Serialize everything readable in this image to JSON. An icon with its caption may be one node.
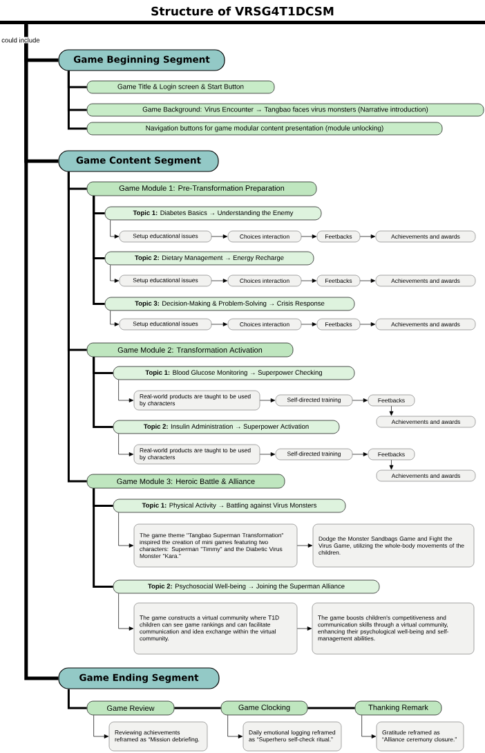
{
  "diagram": {
    "title": "Structure of VRSG4T1DCSM",
    "nodes": [
      {
        "text": [],
        "shape": "bar"
      },
      {
        "text": [
          "Game Beginning Segment"
        ]
      },
      {
        "text": [
          "Game Title & Login screen & Start Button"
        ]
      },
      {
        "text": [
          "Game Background: Virus Encounter → Tangbao faces virus monsters (Narrative introduction)"
        ]
      },
      {
        "text": [
          "Navigation buttons for game modular content presentation (module unlocking)"
        ]
      },
      {
        "text": [
          "Game Content Segment"
        ]
      },
      {
        "text": [
          "Game Module 1:   Pre-Transformation Preparation"
        ]
      },
      {
        "text": [
          "**Topic 1:** Diabetes Basics → Understanding the Enemy"
        ]
      },
      {
        "text": [
          "Setup educational issues"
        ]
      },
      {
        "text": [
          "Choices interaction"
        ]
      },
      {
        "text": [
          "Feetbacks"
        ]
      },
      {
        "text": [
          "Achievements and awards"
        ]
      },
      {
        "text": [
          "**Topic 2:** Dietary Management → Energy Recharge"
        ]
      },
      {
        "text": [
          "Setup educational issues"
        ]
      },
      {
        "text": [
          "Choices interaction"
        ]
      },
      {
        "text": [
          "Feetbacks"
        ]
      },
      {
        "text": [
          "Achievements and awards"
        ]
      },
      {
        "text": [
          "**Topic 3:** Decision-Making & Problem-Solving → Crisis Response"
        ]
      },
      {
        "text": [
          "Setup educational issues"
        ]
      },
      {
        "text": [
          "Choices interaction"
        ]
      },
      {
        "text": [
          "Feetbacks"
        ]
      },
      {
        "text": [
          "Achievements and awards"
        ]
      },
      {
        "text": [
          "Game Module 2:   Transformation Activation"
        ]
      },
      {
        "text": [
          "**Topic 1:** Blood Glucose Monitoring → Superpower Checking"
        ]
      },
      {
        "text": [
          "Real-world products are taught to be used by characters"
        ]
      },
      {
        "text": [
          "Self-directed training"
        ]
      },
      {
        "text": [
          "Feetbacks"
        ]
      },
      {
        "text": [
          "Achievements and awards"
        ]
      },
      {
        "text": [
          "**Topic 2:** Insulin Administration → Superpower Activation"
        ]
      },
      {
        "text": [
          "Real-world products are taught to be used by characters"
        ]
      },
      {
        "text": [
          "Self-directed training"
        ]
      },
      {
        "text": [
          "Feetbacks"
        ]
      },
      {
        "text": [
          "Achievements and awards"
        ]
      },
      {
        "text": [
          "Game Module 3:  Heroic Battle & Alliance"
        ]
      },
      {
        "text": [
          "**Topic 1:** Physical Activity → Battling against Virus Monsters"
        ]
      },
      {
        "text": [
          "The game theme \"Tangbao Superman Transformation\" inspired the creation of mini games featuring two characters: Superman \"Timmy\" and the Diabetic Virus Monster \"Kara.\""
        ]
      },
      {
        "text": [
          "Dodge the Monster Sandbags Game and Fight the Virus Game, utilizing the whole-body movements of the children."
        ]
      },
      {
        "text": [
          "**Topic 2:** Psychosocial Well-being → Joining the Superman Alliance"
        ]
      },
      {
        "text": [
          "The game constructs a virtual community where T1D children can see game rankings and can facilitate communication and idea exchange within the virtual community."
        ]
      },
      {
        "text": [
          "The game boosts children's competitiveness and communication skills through a virtual community, enhancing their psychological well-being and self-management abilities."
        ]
      },
      {
        "text": [
          "Game Ending Segment"
        ]
      },
      {
        "text": [
          "Game Review"
        ]
      },
      {
        "text": [
          "Game Clocking"
        ]
      },
      {
        "text": [
          "Thanking Remark"
        ]
      },
      {
        "text": [
          "Reviewing achievements reframed as “Mission debriefing."
        ]
      },
      {
        "text": [
          "Daily emotional logging reframed as “Superhero self-check ritual.”"
        ]
      },
      {
        "text": [
          "Gratitude reframed as “Alliance ceremony closure.”"
        ]
      }
    ],
    "edges": [
      {
        "from": 0,
        "to": 1,
        "arrow": "none",
        "style": "thick"
      },
      {
        "from": 0,
        "to": 5,
        "arrow": "none",
        "style": "thick"
      },
      {
        "from": 0,
        "to": 40,
        "arrow": "none",
        "style": "thick"
      },
      {
        "from": 1,
        "to": 2,
        "arrow": "none",
        "style": "thick"
      },
      {
        "from": 1,
        "to": 3,
        "arrow": "none",
        "style": "thick"
      },
      {
        "from": 1,
        "to": 4,
        "arrow": "none",
        "style": "thick"
      },
      {
        "from": 5,
        "to": 6,
        "arrow": "none",
        "style": "thick"
      },
      {
        "from": 5,
        "to": 22,
        "arrow": "none",
        "style": "thick"
      },
      {
        "from": 5,
        "to": 33,
        "arrow": "none",
        "style": "thick"
      },
      {
        "from": 6,
        "to": 7,
        "arrow": "none",
        "style": "thick"
      },
      {
        "from": 6,
        "to": 12,
        "arrow": "none",
        "style": "thick"
      },
      {
        "from": 6,
        "to": 17,
        "arrow": "none",
        "style": "thick"
      },
      {
        "from": 7,
        "to": 8,
        "arrow": "to"
      },
      {
        "from": 8,
        "to": 9,
        "arrow": "to"
      },
      {
        "from": 9,
        "to": 10,
        "arrow": "to"
      },
      {
        "from": 10,
        "to": 11,
        "arrow": "to"
      },
      {
        "from": 12,
        "to": 13,
        "arrow": "to"
      },
      {
        "from": 13,
        "to": 14,
        "arrow": "to"
      },
      {
        "from": 14,
        "to": 15,
        "arrow": "to"
      },
      {
        "from": 15,
        "to": 16,
        "arrow": "to"
      },
      {
        "from": 17,
        "to": 18,
        "arrow": "to"
      },
      {
        "from": 18,
        "to": 19,
        "arrow": "to"
      },
      {
        "from": 19,
        "to": 20,
        "arrow": "to"
      },
      {
        "from": 20,
        "to": 21,
        "arrow": "to"
      },
      {
        "from": 22,
        "to": 23,
        "arrow": "none",
        "style": "thick"
      },
      {
        "from": 22,
        "to": 28,
        "arrow": "none",
        "style": "thick"
      },
      {
        "from": 23,
        "to": 24,
        "arrow": "to"
      },
      {
        "from": 24,
        "to": 25,
        "arrow": "to"
      },
      {
        "from": 25,
        "to": 26,
        "arrow": "to"
      },
      {
        "from": 26,
        "to": 27,
        "arrow": "to"
      },
      {
        "from": 28,
        "to": 29,
        "arrow": "to"
      },
      {
        "from": 29,
        "to": 30,
        "arrow": "to"
      },
      {
        "from": 30,
        "to": 31,
        "arrow": "to"
      },
      {
        "from": 31,
        "to": 32,
        "arrow": "to"
      },
      {
        "from": 33,
        "to": 34,
        "arrow": "none",
        "style": "thick"
      },
      {
        "from": 33,
        "to": 37,
        "arrow": "none",
        "style": "thick"
      },
      {
        "from": 34,
        "to": 35,
        "arrow": "to"
      },
      {
        "from": 35,
        "to": 36,
        "arrow": "to"
      },
      {
        "from": 37,
        "to": 38,
        "arrow": "to"
      },
      {
        "from": 38,
        "to": 39,
        "arrow": "to"
      },
      {
        "from": 40,
        "to": 41,
        "arrow": "none",
        "style": "thick"
      },
      {
        "from": 41,
        "to": 42,
        "arrow": "none",
        "style": "thick"
      },
      {
        "from": 42,
        "to": 43,
        "arrow": "none",
        "style": "thick"
      },
      {
        "from": 41,
        "to": 44,
        "arrow": "to"
      },
      {
        "from": 42,
        "to": 45,
        "arrow": "to"
      },
      {
        "from": 43,
        "to": 46,
        "arrow": "to"
      }
    ],
    "labels": [
      "could include"
    ]
  }
}
